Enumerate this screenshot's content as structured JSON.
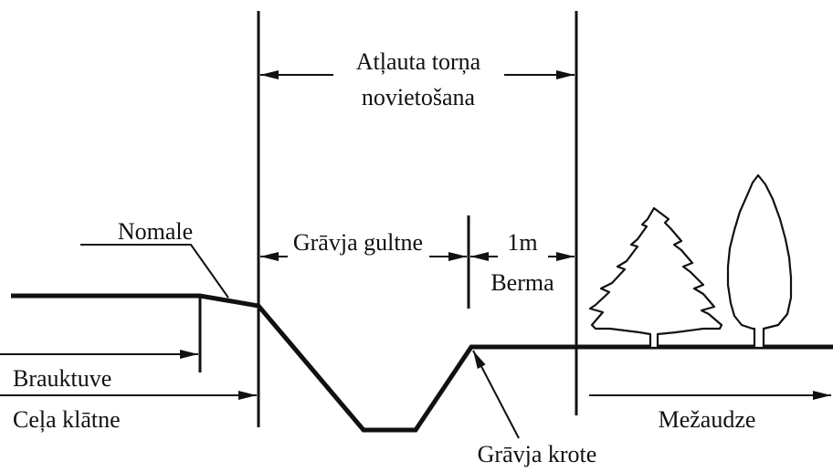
{
  "labels": {
    "width_label_line1": "Atļauta torņa",
    "width_label_line2": "novietošana",
    "ditch_bed": "Grāvja gultne",
    "one_meter": "1m",
    "berm": "Berma",
    "slope_normal": "Nomale",
    "carriageway": "Brauktuve",
    "road_width": "Ceļa klātne",
    "forest_stand": "Mežaudze",
    "ditch_edge": "Grāvja krote"
  },
  "colors": {
    "line": "#111111",
    "background": "#ffffff"
  },
  "icons": [
    "arrow-icon",
    "spruce-tree-icon",
    "deciduous-tree-icon"
  ]
}
